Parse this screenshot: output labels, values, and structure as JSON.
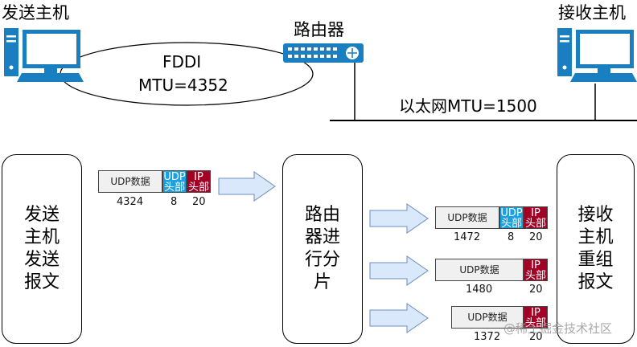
{
  "top": {
    "sender_title": "发送主机",
    "router_title": "路由器",
    "receiver_title": "接收主机",
    "fddi_label": "FDDI",
    "fddi_mtu": "MTU=4352",
    "ethernet_label": "以太网MTU=1500"
  },
  "boxes": {
    "sender_box": "发送\n主机\n发送\n报文",
    "router_box": "路由\n器进\n行分\n片",
    "receiver_box": "接收\n主机\n重组\n报文"
  },
  "original_packet": {
    "udp_data_label": "UDP数据",
    "udp_header_label": "UDP\n头部",
    "ip_header_label": "IP\n头部",
    "udp_data_size": "4324",
    "udp_header_size": "8",
    "ip_header_size": "20"
  },
  "fragments": [
    {
      "udp_data_label": "UDP数据",
      "udp_header_label": "UDP\n头部",
      "ip_header_label": "IP\n头部",
      "data_size": "1472",
      "udp_header_size": "8",
      "ip_header_size": "20"
    },
    {
      "udp_data_label": "UDP数据",
      "ip_header_label": "IP\n头部",
      "data_size": "1480",
      "ip_header_size": "20"
    },
    {
      "udp_data_label": "UDP数据",
      "ip_header_label": "IP\n头部",
      "data_size": "1372",
      "ip_header_size": "20"
    }
  ],
  "watermark": "@稀土掘金技术社区",
  "colors": {
    "udp_header": "#1ba1e2",
    "ip_header": "#a20025",
    "udp_data": "#f0f0f0",
    "arrow_fill": "#dae8fc",
    "arrow_stroke": "#6c8ebf",
    "icon_blue": "#1a7fc1"
  }
}
